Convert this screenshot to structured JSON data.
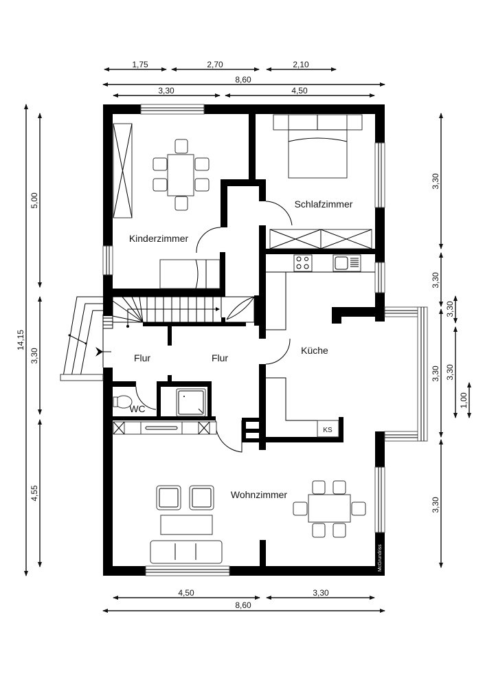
{
  "plan": {
    "rooms": {
      "kinderzimmer": "Kinderzimmer",
      "schlafzimmer": "Schlafzimmer",
      "flur_left": "Flur",
      "flur_right": "Flur",
      "kueche": "Küche",
      "wc": "WC",
      "wohnzimmer": "Wohnzimmer"
    },
    "fixtures": {
      "fridge": "KS"
    },
    "watermark": "McGrundriss"
  },
  "dimensions": {
    "top": {
      "row1": [
        "1,75",
        "2,70",
        "2,10"
      ],
      "total": "8,60",
      "row3": [
        "3,30",
        "4,50"
      ]
    },
    "bottom": {
      "row1": [
        "4,50",
        "3,30"
      ],
      "total": "8,60"
    },
    "left": {
      "total": "14,15",
      "segments": [
        "5,00",
        "3,30",
        "4,55"
      ]
    },
    "right": {
      "segments": [
        "3,30",
        "3,30",
        "3,30",
        "3,30"
      ],
      "bay": [
        "3,30",
        "3,30",
        "1,00"
      ]
    }
  }
}
